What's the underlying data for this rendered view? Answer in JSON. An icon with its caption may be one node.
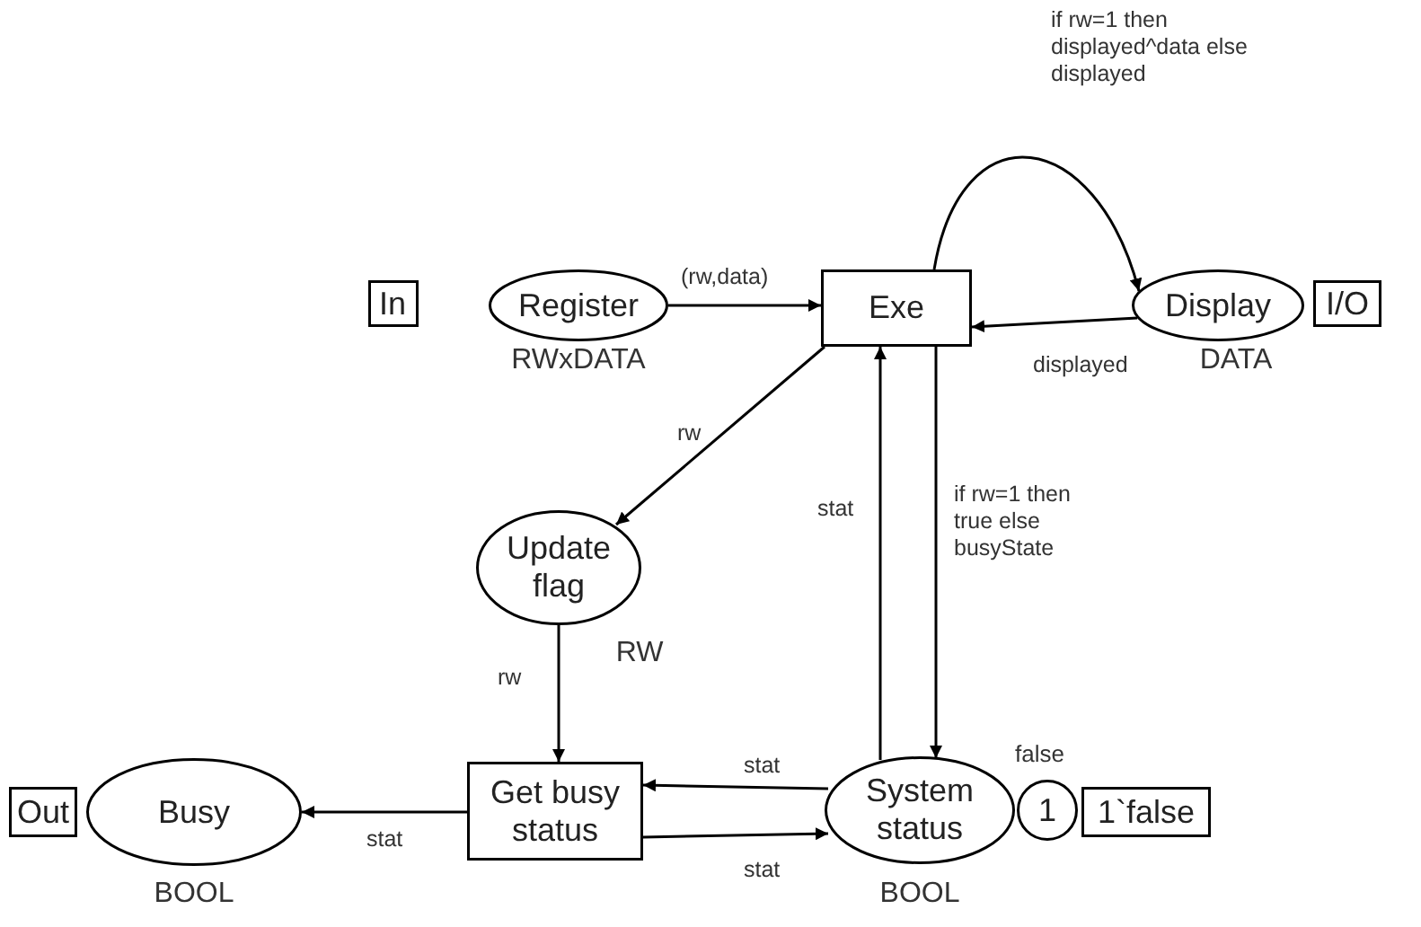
{
  "diagram": {
    "nodes": [
      {
        "text": [
          "In"
        ]
      },
      {
        "text": [
          "Register"
        ],
        "beside": [
          "RWxDATA"
        ]
      },
      {
        "text": [
          "Exe"
        ]
      },
      {
        "text": [
          "Display"
        ],
        "beside": [
          "DATA"
        ]
      },
      {
        "text": [
          "I/O"
        ]
      },
      {
        "text": [
          "Update flag"
        ],
        "beside": [
          "RW"
        ]
      },
      {
        "text": [
          "Get busy status"
        ]
      },
      {
        "text": [
          "Busy"
        ],
        "beside": [
          "BOOL"
        ]
      },
      {
        "text": [
          "Out"
        ]
      },
      {
        "text": [
          "System status"
        ],
        "beside": [
          "BOOL"
        ]
      },
      {
        "text": [
          "1"
        ]
      },
      {
        "text": [
          "1`false"
        ]
      }
    ],
    "edges": [
      {
        "from": 1,
        "to": 2,
        "arrow": "to",
        "label": "(rw,data)"
      },
      {
        "from": 2,
        "to": 3,
        "arrow": "to",
        "label": "if rw=1 then displayed^data else displayed"
      },
      {
        "from": 3,
        "to": 2,
        "arrow": "to",
        "label": "displayed"
      },
      {
        "from": 2,
        "to": 5,
        "arrow": "to",
        "label": "rw"
      },
      {
        "from": 5,
        "to": 6,
        "arrow": "to",
        "label": "rw"
      },
      {
        "from": 9,
        "to": 2,
        "arrow": "to",
        "label": "stat"
      },
      {
        "from": 2,
        "to": 9,
        "arrow": "to",
        "label": "if rw=1 then true else busyState"
      },
      {
        "from": 9,
        "to": 6,
        "arrow": "to",
        "label": "stat"
      },
      {
        "from": 6,
        "to": 9,
        "arrow": "to",
        "label": "stat"
      },
      {
        "from": 6,
        "to": 7,
        "arrow": "to",
        "label": "stat"
      }
    ],
    "labels": [
      "false"
    ]
  }
}
